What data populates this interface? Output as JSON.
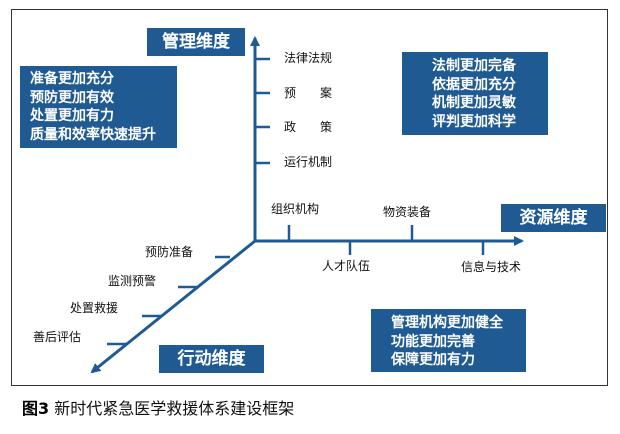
{
  "dimensions": {
    "management": "管理维度",
    "resource": "资源维度",
    "action": "行动维度"
  },
  "management_items": [
    "法律法规",
    "预　　案",
    "政　　策",
    "运行机制"
  ],
  "resource_items_top": [
    "组织机构",
    "物资装备"
  ],
  "resource_items_bottom": [
    "人才队伍",
    "信息与技术"
  ],
  "action_items": [
    "预防准备",
    "监测预警",
    "处置救援",
    "善后评估"
  ],
  "box_left": [
    "准备更加充分",
    "预防更加有效",
    "处置更加有力",
    "质量和效率快速提升"
  ],
  "box_right": [
    "法制更加完备",
    "依据更加充分",
    "机制更加灵敏",
    "评判更加科学"
  ],
  "box_bottom": [
    "管理机构更加健全",
    "功能更加完善",
    "保障更加有力"
  ],
  "caption": {
    "figure": "图3",
    "text": "新时代紧急医学救援体系建设框架"
  },
  "colors": {
    "accent": "#1f5a93",
    "axis": "#1f5a93"
  }
}
